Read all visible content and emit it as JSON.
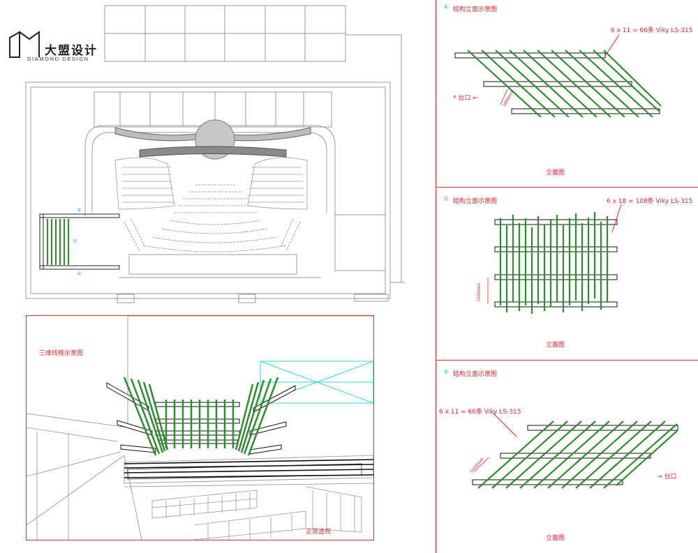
{
  "logo": {
    "name_cn": "大盟设计",
    "name_en": "DIAMOND DESIGN"
  },
  "plan": {
    "markers": [
      "⑥",
      "⑤",
      "④"
    ]
  },
  "view3d": {
    "title": "三维线框示意图",
    "footer": "正常透视"
  },
  "panels": [
    {
      "number": "④",
      "title": "结构立面示意图",
      "spec": "6 x 11 = 66条 Viky LS-315",
      "stage_label": "* 台口 ←",
      "dim": "1000mm",
      "footer": "立面图"
    },
    {
      "number": "⑤",
      "title": "结构立面示意图",
      "spec": "6 x 18 = 108条 Viky LS-315",
      "dim": "1000mm",
      "footer": "立面图"
    },
    {
      "number": "⑥",
      "title": "结构立面示意图",
      "spec": "6 x 11 = 66条 Viky LS-315",
      "stage_label": "→ 台口",
      "dim": "1000mm",
      "footer": "立面图"
    }
  ],
  "colors": {
    "frame_red": "#e0262b",
    "truss_green": "#2e8b2e",
    "marker_cyan": "#29b6e8",
    "wireframe_cyan": "#35d0df"
  }
}
